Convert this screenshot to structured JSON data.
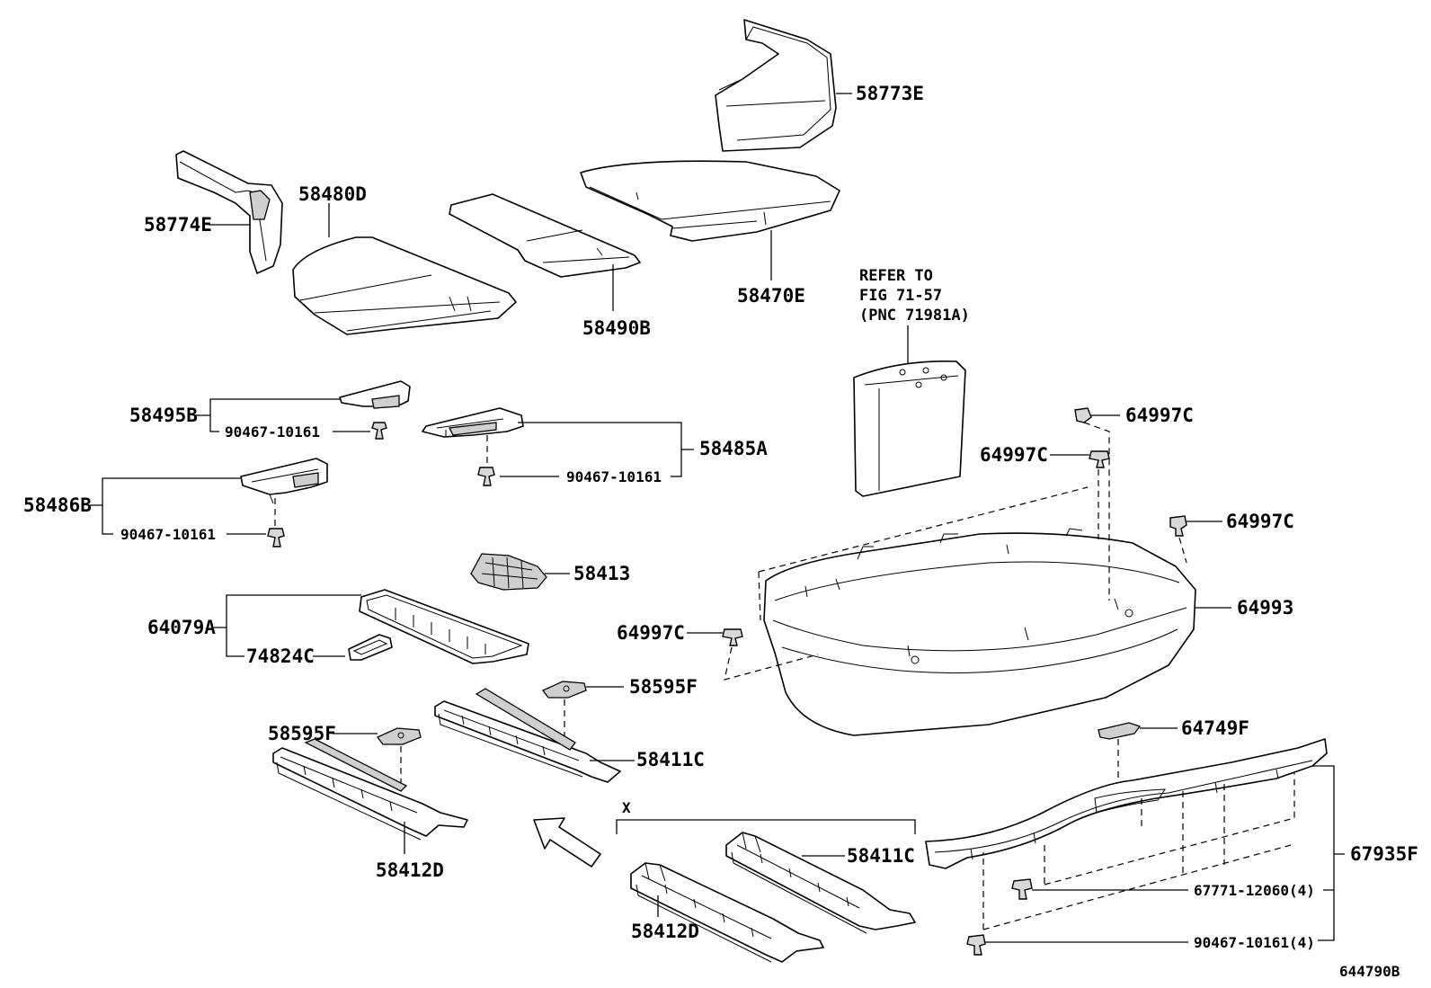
{
  "labels": {
    "p58773E": "58773E",
    "p58774E": "58774E",
    "p58480D": "58480D",
    "p58490B": "58490B",
    "p58470E": "58470E",
    "refer_line1": "REFER TO",
    "refer_line2": "FIG 71-57",
    "refer_line3": "(PNC 71981A)",
    "p58495B": "58495B",
    "p90467_a": "90467-10161",
    "p58485A": "58485A",
    "p90467_b": "90467-10161",
    "p58486B": "58486B",
    "p90467_c": "90467-10161",
    "p64997C_1": "64997C",
    "p64997C_2": "64997C",
    "p64997C_3": "64997C",
    "p64997C_4": "64997C",
    "p58413": "58413",
    "p64993": "64993",
    "p64079A": "64079A",
    "p74824C": "74824C",
    "p58595F_1": "58595F",
    "p58595F_2": "58595F",
    "p64749F": "64749F",
    "p58411C_1": "58411C",
    "p58411C_2": "58411C",
    "p58412D_1": "58412D",
    "p58412D_2": "58412D",
    "view_x": "X",
    "p67935F": "67935F",
    "p67771": "67771-12060(4)",
    "p90467_d": "90467-10161(4)",
    "diagram_id": "644790B"
  }
}
